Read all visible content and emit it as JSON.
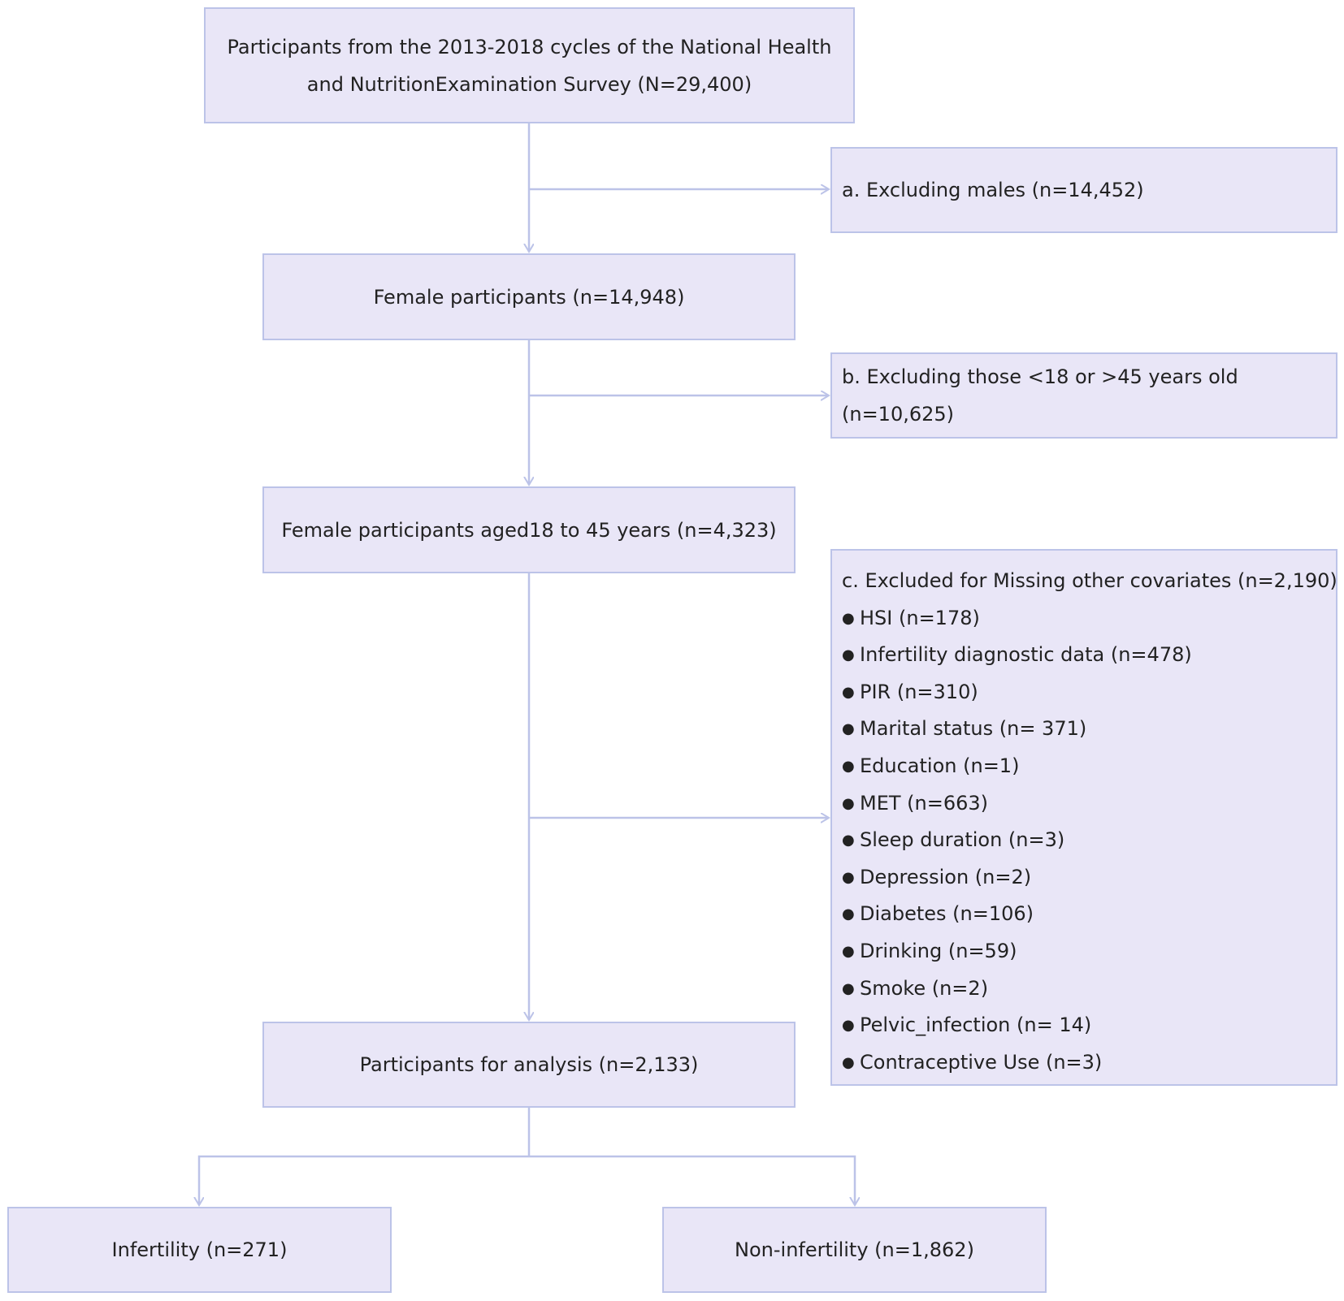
{
  "boxes": {
    "source": "Participants from the 2013-2018 cycles of the National Health and NutritionExamination Survey (N=29,400)",
    "excl_a": "a. Excluding males (n=14,452)",
    "female": "Female participants (n=14,948)",
    "excl_b": "b. Excluding those <18 or >45 years old (n=10,625)",
    "aged": "Female participants aged18 to 45 years (n=4,323)",
    "analysis": "Participants for analysis (n=2,133)",
    "infertility": "Infertility (n=271)",
    "non_infertility": "Non-infertility (n=1,862)"
  },
  "excl_c": {
    "heading": "c. Excluded for Missing other covariates (n=2,190)",
    "bullet": "●",
    "items": [
      "HSI (n=178)",
      "Infertility diagnostic data (n=478)",
      "PIR (n=310)",
      "Marital status (n= 371)",
      "Education (n=1)",
      "MET (n=663)",
      "Sleep duration (n=3)",
      "Depression (n=2)",
      "Diabetes (n=106)",
      "Drinking (n=59)",
      "Smoke (n=2)",
      "Pelvic_infection (n= 14)",
      "Contraceptive Use (n=3)"
    ]
  },
  "colors": {
    "box_fill": "#e9e6f7",
    "box_border": "#bcc3e8",
    "connector": "#bcc3e8",
    "text": "#222222"
  }
}
